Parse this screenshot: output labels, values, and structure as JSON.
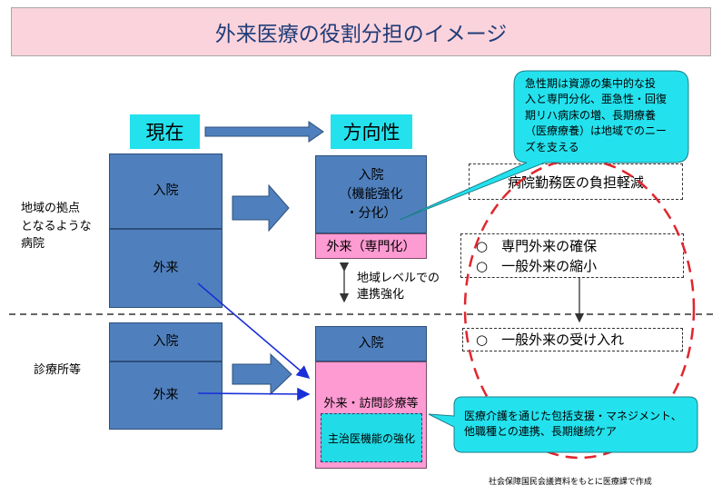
{
  "title": "外来医療の役割分担のイメージ",
  "header": {
    "current": "現在",
    "direction": "方向性"
  },
  "side": {
    "hospital_line1": "地域の拠点",
    "hospital_line2": "となるような",
    "hospital_line3": "病院",
    "clinic": "診療所等"
  },
  "current": {
    "hospital_inpatient": "入院",
    "hospital_outpatient": "外来",
    "clinic_inpatient": "入院",
    "clinic_outpatient": "外来"
  },
  "future": {
    "hospital_inpatient_l1": "入院",
    "hospital_inpatient_l2": "（機能強化",
    "hospital_inpatient_l3": "・分化）",
    "hospital_outpatient": "外来（専門化）",
    "clinic_inpatient": "入院",
    "clinic_outpatient": "外来・訪問診療等",
    "clinic_inner": "主治医機能の強化"
  },
  "link": {
    "line1": "地域レベルでの",
    "line2": "連携強化"
  },
  "callout_top": {
    "l1": "急性期は資源の集中的な投",
    "l2": "入と専門分化、亜急性・回復",
    "l3": "期リハ病床の増、長期療養",
    "l4": "（医療療養）は地域でのニー",
    "l5": "ズを支える"
  },
  "callout_bottom": {
    "l1": "医療介護を通じた包括支援・マネジメント、",
    "l2": "他職種との連携、長期継続ケア"
  },
  "effects": {
    "burden": "病院勤務医の負担軽減",
    "specialist": "専門外来の確保",
    "general_shrink": "一般外来の縮小",
    "general_accept": "一般外来の受け入れ",
    "bullet": "○"
  },
  "source": "社会保障国民会議資料をもとに医療課で作成",
  "colors": {
    "blue": "#4f80bd",
    "pink": "#ff9bd3",
    "cyan": "#23e2ee",
    "title_bg": "#fbd3dc",
    "red_dash": "#e0252e",
    "arrow_blue": "#1a2fd8"
  }
}
